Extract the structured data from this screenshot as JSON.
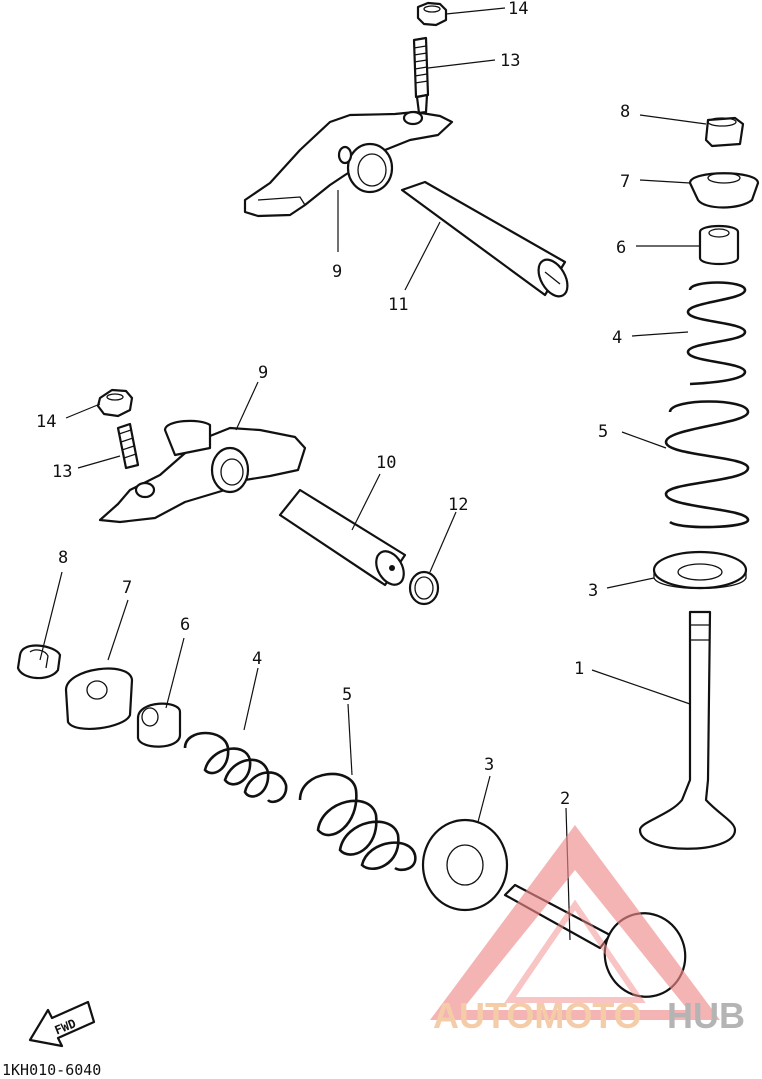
{
  "diagram": {
    "callouts": [
      {
        "id": "c14a",
        "text": "14"
      },
      {
        "id": "c13a",
        "text": "13"
      },
      {
        "id": "c9a",
        "text": "9"
      },
      {
        "id": "c11",
        "text": "11"
      },
      {
        "id": "c8a",
        "text": "8"
      },
      {
        "id": "c7a",
        "text": "7"
      },
      {
        "id": "c6a",
        "text": "6"
      },
      {
        "id": "c4a",
        "text": "4"
      },
      {
        "id": "c5a",
        "text": "5"
      },
      {
        "id": "c3a",
        "text": "3"
      },
      {
        "id": "c1",
        "text": "1"
      },
      {
        "id": "c9b",
        "text": "9"
      },
      {
        "id": "c14b",
        "text": "14"
      },
      {
        "id": "c13b",
        "text": "13"
      },
      {
        "id": "c10",
        "text": "10"
      },
      {
        "id": "c12",
        "text": "12"
      },
      {
        "id": "c8b",
        "text": "8"
      },
      {
        "id": "c7b",
        "text": "7"
      },
      {
        "id": "c6b",
        "text": "6"
      },
      {
        "id": "c4b",
        "text": "4"
      },
      {
        "id": "c5b",
        "text": "5"
      },
      {
        "id": "c3b",
        "text": "3"
      },
      {
        "id": "c2",
        "text": "2"
      }
    ],
    "fwd_label": "FWD",
    "drawing_code": "1KH010-6040"
  },
  "watermark": {
    "brand_part1": "AUTOMOTO",
    "brand_part2": "HUB",
    "colors": {
      "part1": "#f4c49a",
      "part2": "#a8a8a8",
      "triangle": "#f08a8a"
    }
  }
}
